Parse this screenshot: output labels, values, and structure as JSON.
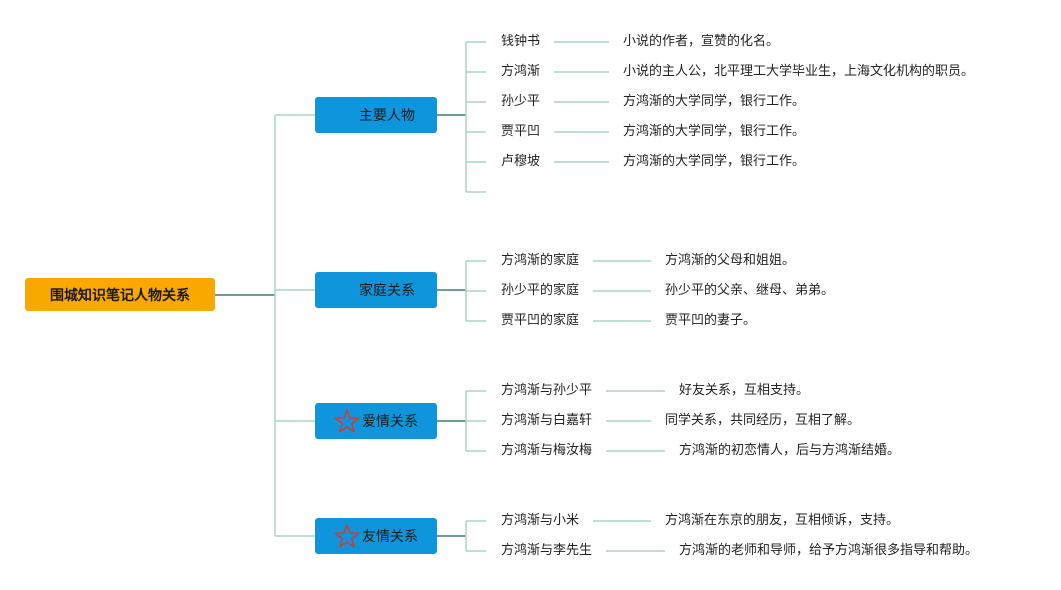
{
  "root": {
    "label": "围城知识笔记人物关系"
  },
  "branches": [
    {
      "label": "主要人物",
      "icon": "",
      "items": [
        {
          "name": "钱钟书",
          "desc": "小说的作者，宣赞的化名。"
        },
        {
          "name": "方鸿渐",
          "desc": "小说的主人公，北平理工大学毕业生，上海文化机构的职员。"
        },
        {
          "name": "孙少平",
          "desc": "方鸿渐的大学同学，银行工作。"
        },
        {
          "name": "贾平凹",
          "desc": "方鸿渐的大学同学，银行工作。"
        },
        {
          "name": "卢穆坡",
          "desc": "方鸿渐的大学同学，银行工作。"
        }
      ]
    },
    {
      "label": "家庭关系",
      "icon": "",
      "items": [
        {
          "name": "方鸿渐的家庭",
          "desc": "方鸿渐的父母和姐姐。"
        },
        {
          "name": "孙少平的家庭",
          "desc": "孙少平的父亲、继母、弟弟。"
        },
        {
          "name": "贾平凹的家庭",
          "desc": "贾平凹的妻子。"
        }
      ]
    },
    {
      "label": "爱情关系",
      "icon": "star-icon",
      "items": [
        {
          "name": "方鸿渐与孙少平",
          "desc": "好友关系，互相支持。"
        },
        {
          "name": "方鸿渐与白嘉轩",
          "desc": "同学关系，共同经历，互相了解。"
        },
        {
          "name": "方鸿渐与梅汝梅",
          "desc": "方鸿渐的初恋情人，后与方鸿渐结婚。"
        }
      ]
    },
    {
      "label": "友情关系",
      "icon": "star-icon",
      "items": [
        {
          "name": "方鸿渐与小米",
          "desc": "方鸿渐在东京的朋友，互相倾诉，支持。"
        },
        {
          "name": "方鸿渐与李先生",
          "desc": "方鸿渐的老师和导师，给予方鸿渐很多指导和帮助。"
        }
      ]
    }
  ],
  "colors": {
    "root_bg": "#f9a800",
    "branch_bg": "#0f95db",
    "line_main": "#3e7b73",
    "line_light": "#a9d3c9",
    "star_stroke": "#d23b2f"
  }
}
